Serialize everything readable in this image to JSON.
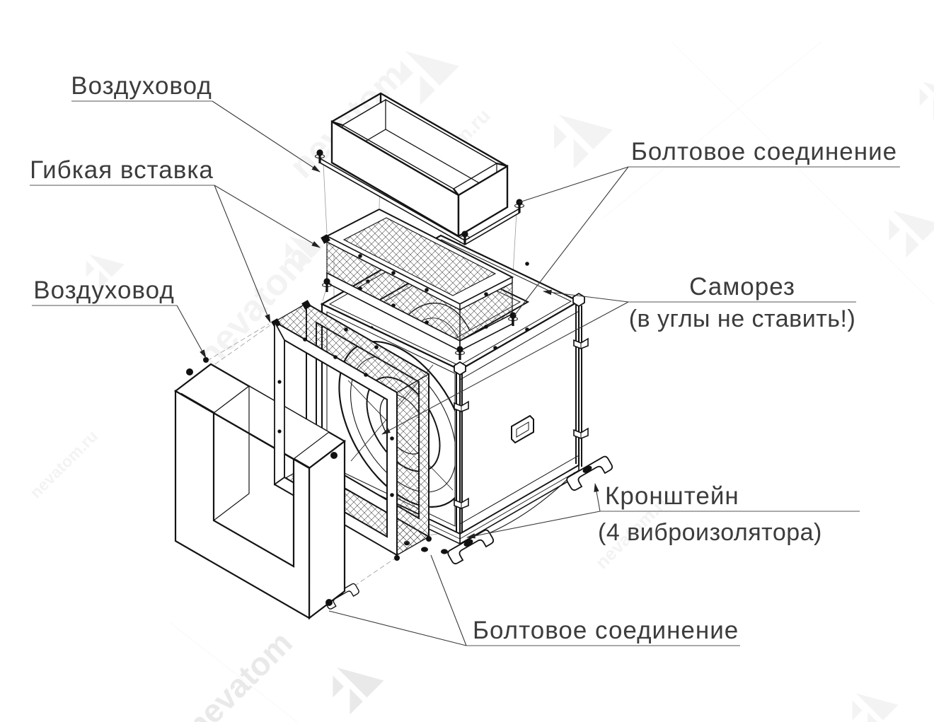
{
  "diagram": {
    "labels": {
      "duct_top": "Воздуховод",
      "flexible_insert": "Гибкая вставка",
      "duct_left": "Воздуховод",
      "bolted_joint_top": "Болтовое соединение",
      "screw_note": {
        "line1": "Саморез",
        "line2": "(в углы не ставить!)"
      },
      "bracket_note": {
        "line1": "Кронштейн",
        "line2": "(4 виброизолятора)"
      },
      "bolted_joint_bottom": "Болтовое соединение"
    },
    "watermark": {
      "brand": "nevatom",
      "domain": "nevatom.ru"
    },
    "colors": {
      "background": "#ffffff",
      "line": "#141414",
      "label_text": "#3c3c3c",
      "leader": "#3a3a3a",
      "watermark": "#000000"
    }
  }
}
